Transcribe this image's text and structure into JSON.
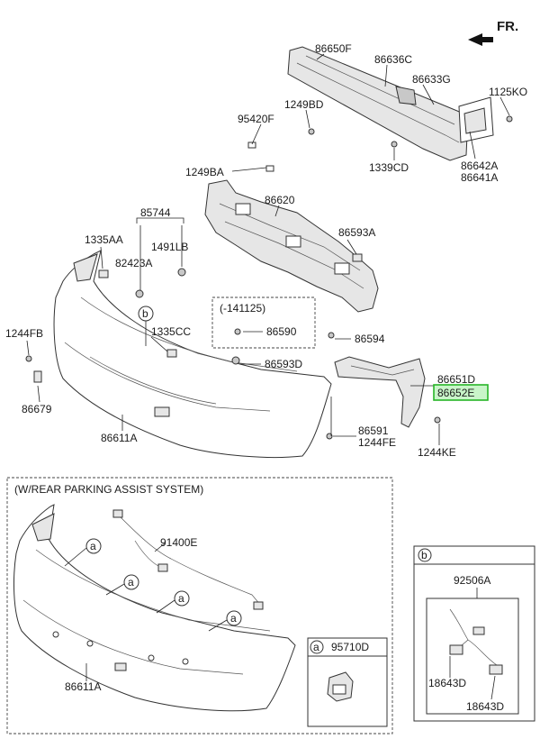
{
  "direction": "FR.",
  "labels": {
    "p86650F": "86650F",
    "p86636C": "86636C",
    "p86633G": "86633G",
    "p1125KO": "1125KO",
    "p95420F": "95420F",
    "p1249BD": "1249BD",
    "p1339CD": "1339CD",
    "p86642A": "86642A",
    "p86641A": "86641A",
    "p1249BA": "1249BA",
    "p86620": "86620",
    "p85744": "85744",
    "p1335AA": "1335AA",
    "p82423A": "82423A",
    "p1491LB": "1491LB",
    "p86593A": "86593A",
    "p141125": "(-141125)",
    "p86590": "86590",
    "p1244FB": "1244FB",
    "p1335CC": "1335CC",
    "p86594": "86594",
    "p86593D": "86593D",
    "p86651D": "86651D",
    "p86652E": "86652E",
    "p86679": "86679",
    "p86611A": "86611A",
    "p86591": "86591",
    "p1244FE": "1244FE",
    "p1244KE": "1244KE",
    "p91400E": "91400E",
    "p86611A_2": "86611A",
    "p95710D": "95710D",
    "p92506A": "92506A",
    "p18643D_1": "18643D",
    "p18643D_2": "18643D"
  },
  "callouts": {
    "b": "b",
    "a": "a"
  },
  "section_title": "(W/REAR PARKING ASSIST SYSTEM)",
  "highlighted_part": "86652E",
  "colors": {
    "highlight_fill": "#c9f5c9",
    "highlight_border": "#27b527",
    "line": "#222222"
  }
}
